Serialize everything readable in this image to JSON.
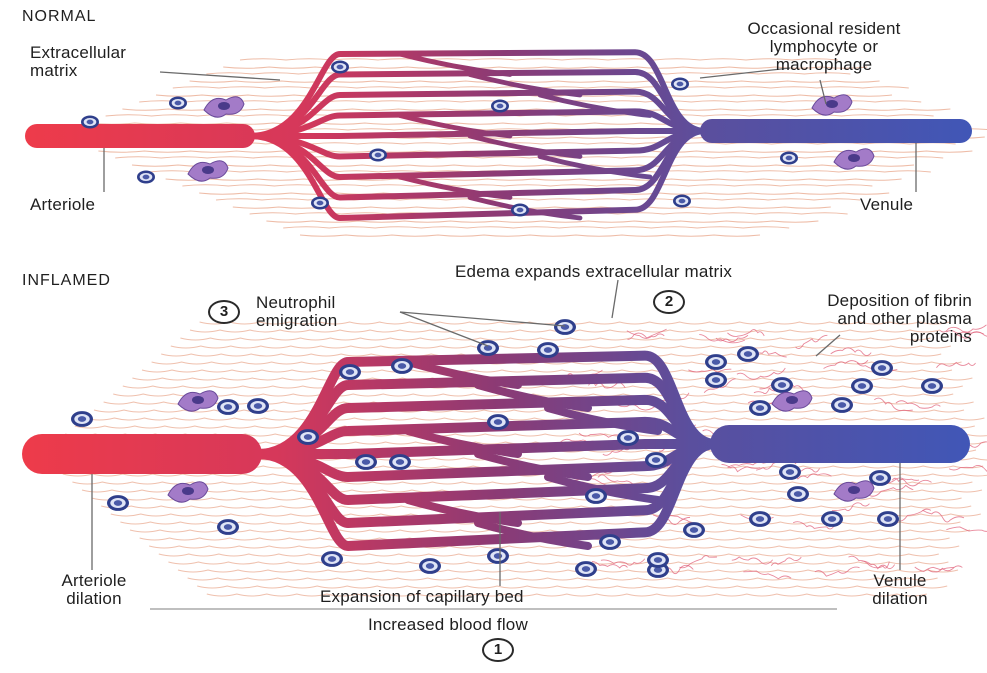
{
  "normal": {
    "heading": "NORMAL",
    "extracellular_matrix": "Extracellular\nmatrix",
    "resident_cell": "Occasional resident\nlymphocyte or\nmacrophage",
    "arteriole": "Arteriole",
    "venule": "Venule"
  },
  "inflamed": {
    "heading": "INFLAMED",
    "edema": "Edema expands extracellular matrix",
    "neutrophil": "Neutrophil\nemigration",
    "fibrin": "Deposition of fibrin\nand other plasma\nproteins",
    "arteriole": "Arteriole\ndilation",
    "capillary": "Expansion of capillary bed",
    "venule": "Venule\ndilation",
    "blood_flow": "Increased blood flow",
    "step1": "1",
    "step2": "2",
    "step3": "3"
  },
  "colors": {
    "arterial": "#e8394a",
    "capillary": "#8a3a72",
    "venous": "#4a5bb8",
    "matrix_fiber": "#e8a58a",
    "fibrin": "#e0607a",
    "cell": "#4a5aa8",
    "macrophage": "#a37bc8"
  }
}
